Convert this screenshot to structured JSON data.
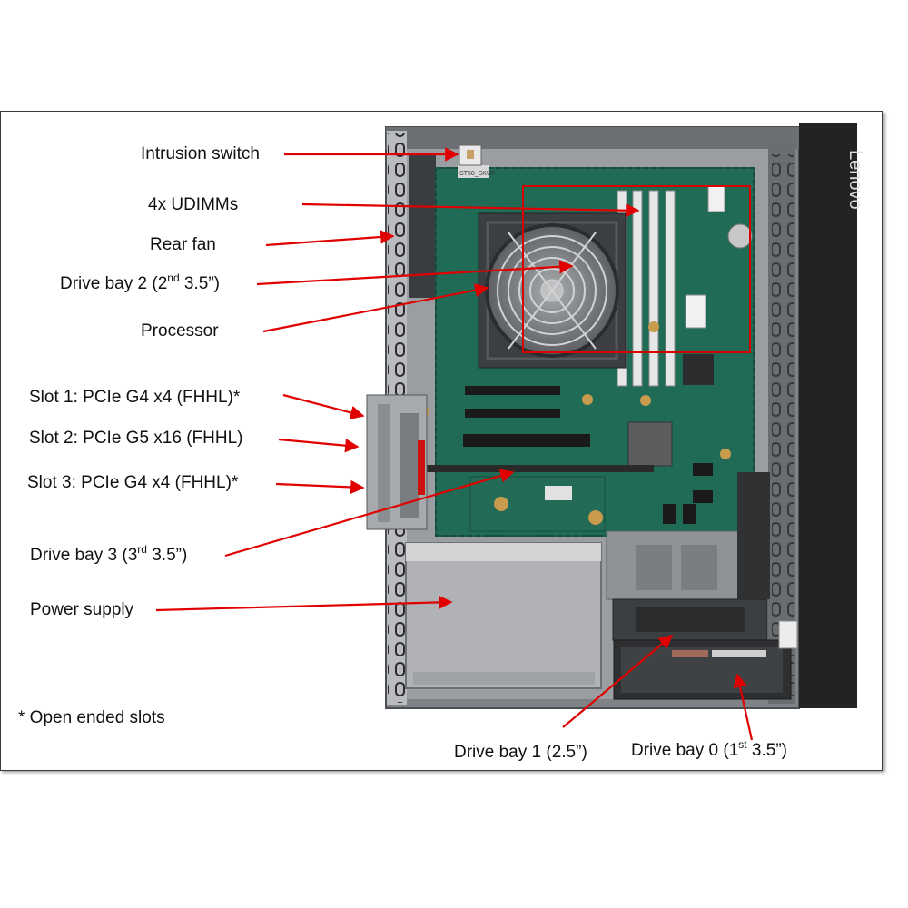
{
  "brand": "Lenovo",
  "board_tag": "ST50_SKU0",
  "labels": {
    "intrusion_switch": "Intrusion switch",
    "udimms": "4x UDIMMs",
    "rear_fan": "Rear fan",
    "drive_bay_2_pre": "Drive bay 2 (2",
    "drive_bay_2_sup": "nd",
    "drive_bay_2_post": " 3.5”)",
    "processor": "Processor",
    "slot_1": "Slot 1: PCIe G4 x4 (FHHL)*",
    "slot_2": "Slot 2: PCIe G5 x16 (FHHL)",
    "slot_3": "Slot 3: PCIe G4 x4 (FHHL)*",
    "drive_bay_3_pre": "Drive bay 3 (3",
    "drive_bay_3_sup": "rd",
    "drive_bay_3_post": " 3.5”)",
    "power_supply": "Power supply",
    "footnote": "* Open ended slots",
    "drive_bay_1": "Drive bay 1 (2.5”)",
    "drive_bay_0_pre": "Drive bay 0 (1",
    "drive_bay_0_sup": "st",
    "drive_bay_0_post": " 3.5”)"
  },
  "colors": {
    "arrow": "#e00000",
    "highlight_box": "#d80000",
    "board": "#1f6b55",
    "chassis": "#8d9094",
    "front_panel": "#232323"
  }
}
